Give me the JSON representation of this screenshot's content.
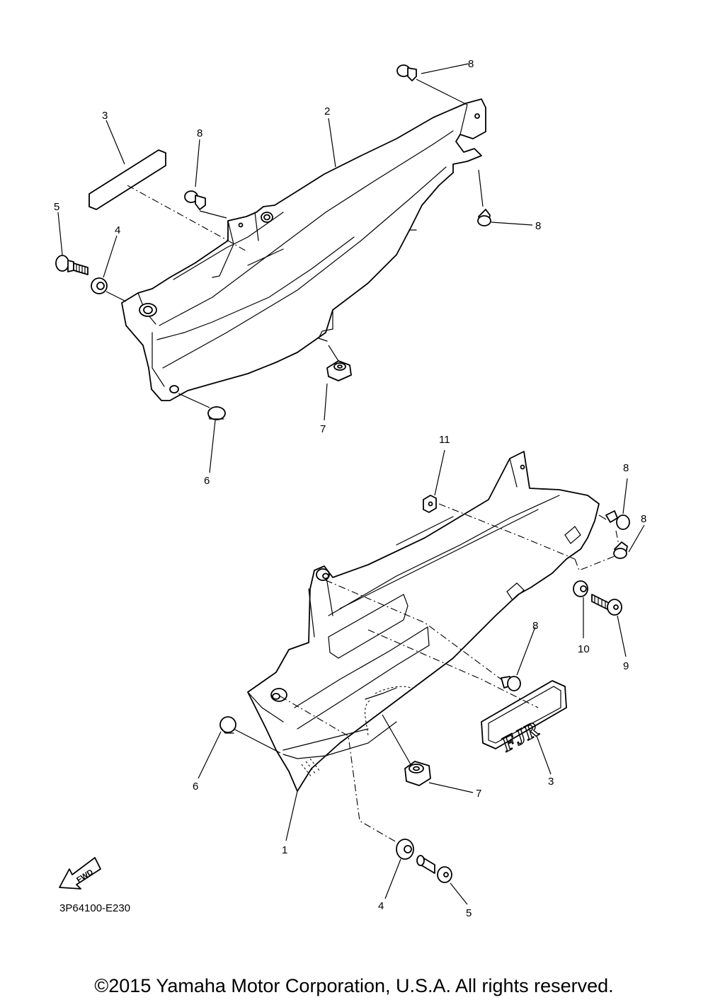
{
  "diagram": {
    "part_code": "3P64100-E230",
    "fwd_label": "FWD",
    "emblem_text": "FJR",
    "callouts": {
      "upper": {
        "c1": "8",
        "c2": "2",
        "c3": "3",
        "c4": "8",
        "c5": "5",
        "c6": "4",
        "c7": "8",
        "c8": "7",
        "c9": "6"
      },
      "lower": {
        "c1": "11",
        "c2": "8",
        "c3": "8",
        "c4": "10",
        "c5": "9",
        "c6": "8",
        "c7": "3",
        "c8": "7",
        "c9": "6",
        "c10": "1",
        "c11": "4",
        "c12": "5"
      }
    }
  },
  "footer": {
    "copyright": "©2015 Yamaha Motor Corporation, U.S.A. All rights reserved."
  }
}
